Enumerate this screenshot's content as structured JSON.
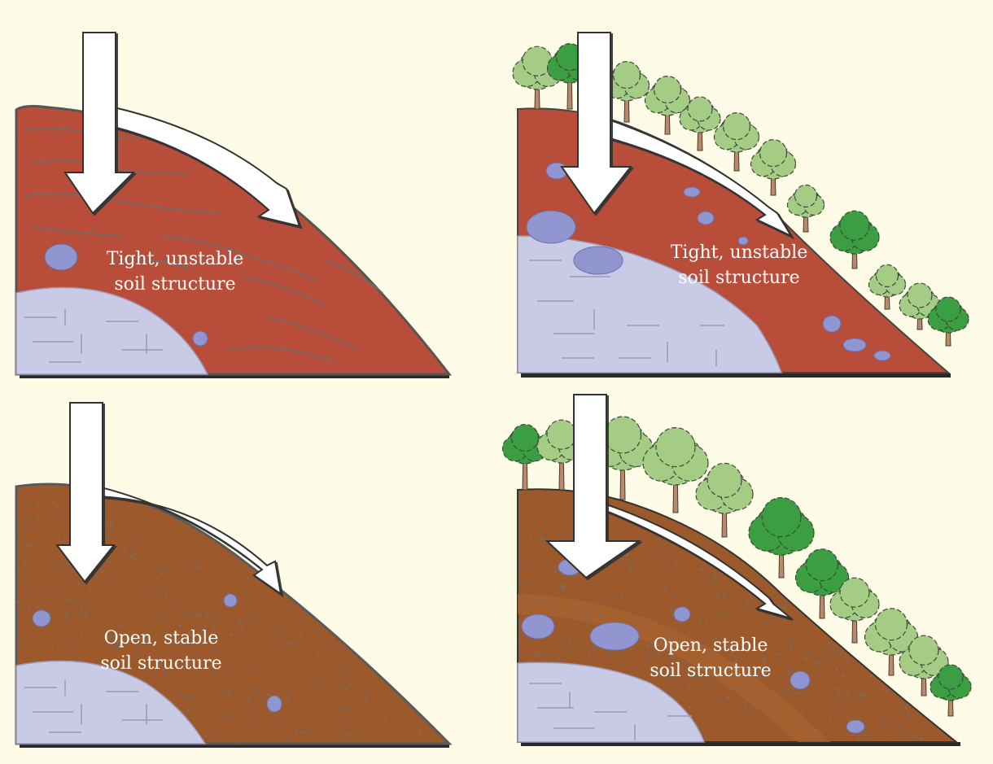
{
  "background": "#fefbe6",
  "colors": {
    "tight_soil": "#b84d3a",
    "open_soil": "#9c5a2c",
    "bedrock": "#c9cae6",
    "rock": "#9296d0",
    "outline": "#2a2a2a",
    "arrow": "#ffffff",
    "tree_dark": "#3c9e43",
    "tree_light": "#a5cc85"
  },
  "panels": [
    {
      "label_line1": "Tight, unstable",
      "label_line2": "soil structure",
      "soil": "tight",
      "vegetated": false
    },
    {
      "label_line1": "Tight, unstable",
      "label_line2": "soil structure",
      "soil": "tight",
      "vegetated": true
    },
    {
      "label_line1": "Open, stable",
      "label_line2": "soil structure",
      "soil": "open",
      "vegetated": false
    },
    {
      "label_line1": "Open, stable",
      "label_line2": "soil structure",
      "soil": "open",
      "vegetated": true
    }
  ]
}
